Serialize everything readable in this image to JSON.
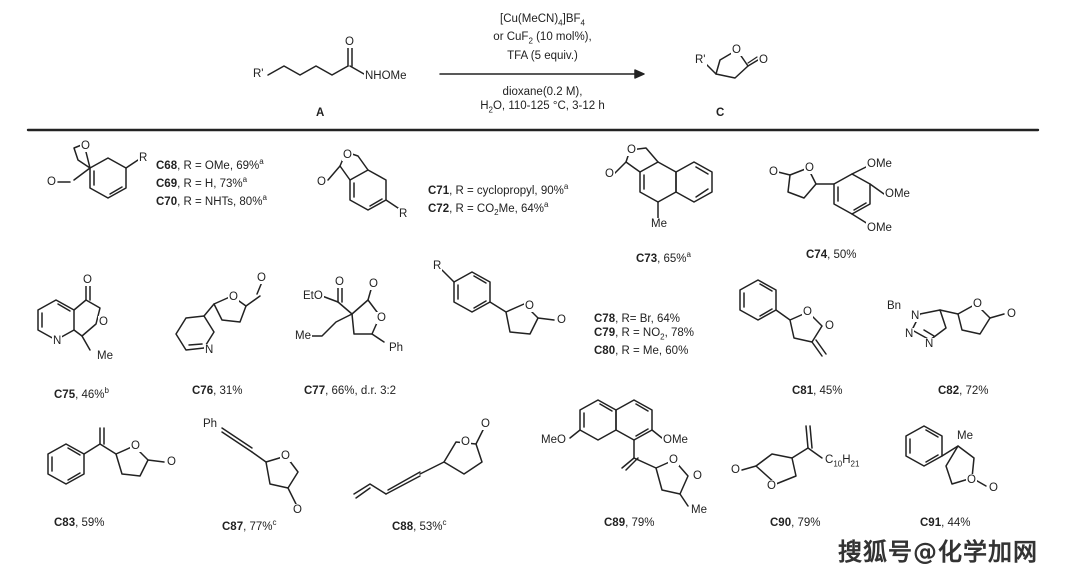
{
  "reaction": {
    "substrate_label": "A",
    "product_label": "C",
    "cond1": "[Cu(MeCN)",
    "cond1_sub": "4",
    "cond1_b": "]BF",
    "cond1_sub2": "4",
    "cond2a": "or CuF",
    "cond2_sub": "2",
    "cond2b": " (10 mol%),",
    "cond3": "TFA (5 equiv.)",
    "cond4": "dioxane(0.2 M),",
    "cond5a": "H",
    "cond5_sub": "2",
    "cond5b": "O, 110-125 °C, 3-12 h"
  },
  "atoms": {
    "R_prime": "R'",
    "O": "O",
    "NHOMe": "NHOMe",
    "R": "R",
    "OMe": "OMe",
    "Me": "Me",
    "N": "N",
    "EtO": "EtO",
    "Ph": "Ph",
    "Bn": "Bn",
    "MeO": "MeO",
    "C10H21_a": "C",
    "C10H21_sub": "10",
    "C10H21_b": "H",
    "C10H21_sub2": "21"
  },
  "compounds": [
    {
      "id": "C68",
      "text": ", R = OMe, 69%",
      "sup": "a"
    },
    {
      "id": "C69",
      "text": ", R = H, 73%",
      "sup": "a"
    },
    {
      "id": "C70",
      "text": ", R = NHTs, 80%",
      "sup": "a"
    },
    {
      "id": "C71",
      "text": ", R = cyclopropyl, 90%",
      "sup": "a"
    },
    {
      "id": "C72",
      "text": ", R = CO",
      "sub": "2",
      "text2": "Me, 64%",
      "sup": "a"
    },
    {
      "id": "C73",
      "text": ", 65%",
      "sup": "a"
    },
    {
      "id": "C74",
      "text": ", 50%"
    },
    {
      "id": "C75",
      "text": ", 46%",
      "sup": "b"
    },
    {
      "id": "C76",
      "text": ", 31%"
    },
    {
      "id": "C77",
      "text": ", 66%, d.r. 3:2"
    },
    {
      "id": "C78",
      "text": ", R= Br, 64%"
    },
    {
      "id": "C79",
      "text": ", R = NO",
      "sub": "2",
      "text2": ", 78%"
    },
    {
      "id": "C80",
      "text": ", R = Me, 60%"
    },
    {
      "id": "C81",
      "text": ", 45%"
    },
    {
      "id": "C82",
      "text": ", 72%"
    },
    {
      "id": "C83",
      "text": ", 59%"
    },
    {
      "id": "C87",
      "text": ", 77%",
      "sup": "c"
    },
    {
      "id": "C88",
      "text": ", 53%",
      "sup": "c"
    },
    {
      "id": "C89",
      "text": ", 79%"
    },
    {
      "id": "C90",
      "text": ", 79%"
    },
    {
      "id": "C91",
      "text": ", 44%"
    }
  ],
  "watermark": "搜狐号@化学加网"
}
